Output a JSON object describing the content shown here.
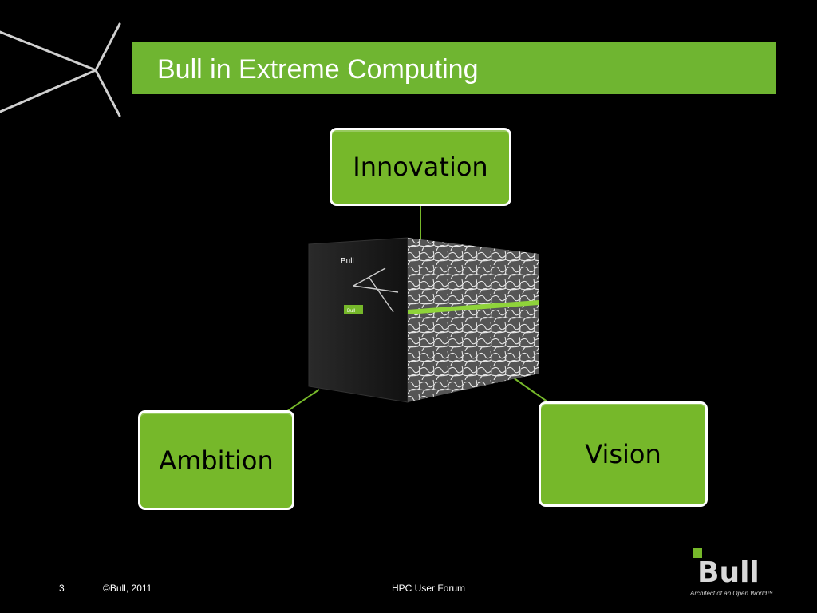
{
  "slide": {
    "title": "Bull in Extreme Computing",
    "nodes": {
      "innovation": "Innovation",
      "ambition": "Ambition",
      "vision": "Vision"
    },
    "footer": {
      "page_number": "3",
      "copyright": "©Bull, 2011",
      "event": "HPC User Forum"
    },
    "logo": {
      "brand": "Bull",
      "tagline": "Architect of an Open World™"
    },
    "server_badge": "Bull",
    "server_logo": "Bull",
    "icons": {
      "corner": "corner-x-mark-icon",
      "logo": "bull-logo-icon"
    },
    "colors": {
      "background": "#000000",
      "accent_green": "#76b82a",
      "title_bar": "#6fb531",
      "text": "#ffffff"
    }
  }
}
